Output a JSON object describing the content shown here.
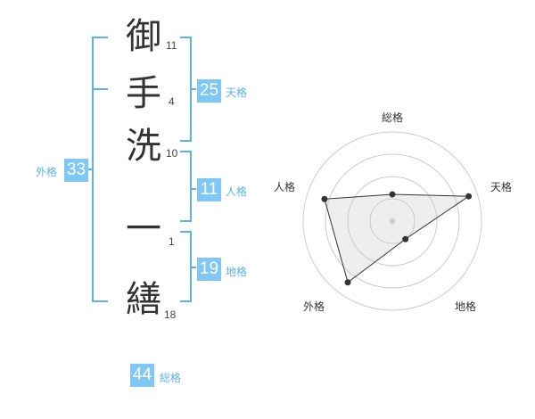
{
  "name_chars": [
    {
      "char": "御",
      "strokes": "11"
    },
    {
      "char": "手",
      "strokes": "4"
    },
    {
      "char": "洗",
      "strokes": "10"
    },
    {
      "char": "一",
      "strokes": "1"
    },
    {
      "char": "繕",
      "strokes": "18"
    }
  ],
  "scores": {
    "tenkaku": {
      "value": "25",
      "label": "天格"
    },
    "jinkaku": {
      "value": "11",
      "label": "人格"
    },
    "chikaku": {
      "value": "19",
      "label": "地格"
    },
    "gaikaku": {
      "value": "33",
      "label": "外格"
    },
    "soukaku": {
      "value": "44",
      "label": "総格"
    }
  },
  "colors": {
    "accent": "#7fc8f5",
    "bracket": "#5ab4ea",
    "text": "#333333"
  },
  "chart_data": {
    "type": "radar",
    "axes": [
      "総格",
      "天格",
      "地格",
      "外格",
      "人格"
    ],
    "values": [
      0.3,
      0.9,
      0.25,
      0.85,
      0.8
    ],
    "rings": 4,
    "max": 1
  }
}
